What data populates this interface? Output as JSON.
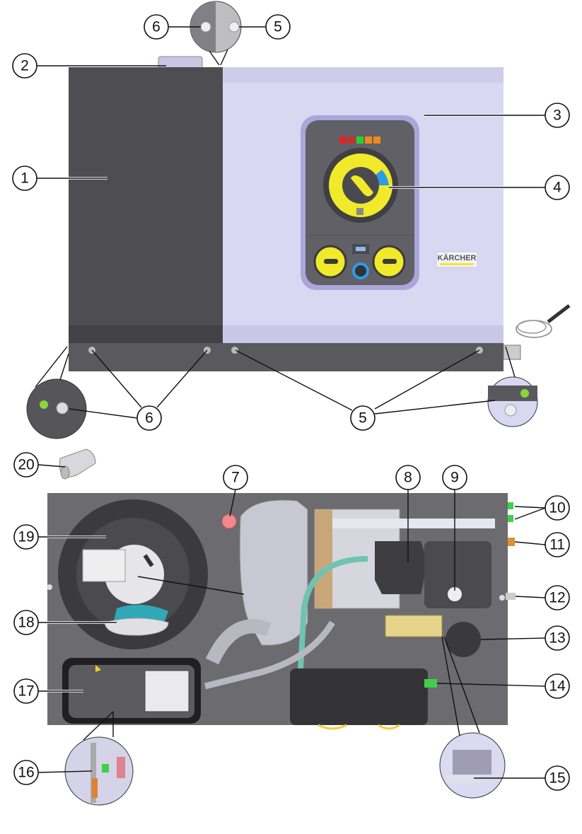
{
  "figure": {
    "brand_logo": "KÄRCHER",
    "colors": {
      "dark_housing": "#4d4d52",
      "light_housing": "#dad7f3",
      "panel": "#606066",
      "dial_yellow": "#f0ea2a",
      "accent_blue": "#2e9be6",
      "base_plate": "#5a5a5e"
    },
    "callouts_top": [
      {
        "label": "6"
      },
      {
        "label": "5"
      },
      {
        "label": "2"
      },
      {
        "label": "3"
      },
      {
        "label": "1"
      },
      {
        "label": "4"
      },
      {
        "label": "6"
      },
      {
        "label": "5"
      }
    ],
    "callouts_bottom": [
      {
        "label": "20"
      },
      {
        "label": "7"
      },
      {
        "label": "8"
      },
      {
        "label": "9"
      },
      {
        "label": "10"
      },
      {
        "label": "11"
      },
      {
        "label": "19"
      },
      {
        "label": "12"
      },
      {
        "label": "18"
      },
      {
        "label": "13"
      },
      {
        "label": "17"
      },
      {
        "label": "14"
      },
      {
        "label": "16"
      },
      {
        "label": "15"
      }
    ]
  }
}
